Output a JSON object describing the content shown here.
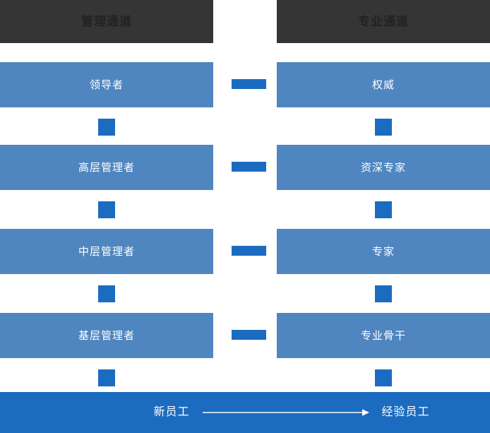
{
  "colors": {
    "header_bg": "#353535",
    "header_text": "#222222",
    "box_blue": "#4f86c0",
    "link_blue": "#1b6cc0",
    "bar_blue": "#1b6cc0",
    "page_bg": "#ffffff",
    "text_white": "#ffffff"
  },
  "headers": {
    "left": "管理通道",
    "right": "专业通道"
  },
  "levels": [
    {
      "left": "领导者",
      "right": "权威"
    },
    {
      "left": "高层管理者",
      "right": "资深专家"
    },
    {
      "left": "中层管理者",
      "right": "专家"
    },
    {
      "left": "基层管理者",
      "right": "专业骨干"
    }
  ],
  "bottom": {
    "start": "新员工",
    "end": "经验员工",
    "arrow": "arrow-right-icon"
  }
}
